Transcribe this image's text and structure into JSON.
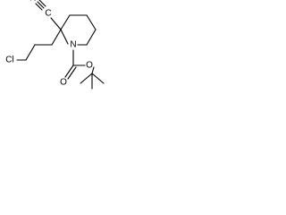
{
  "colors": {
    "background": "#ffffff",
    "bond": "#000000",
    "text": "#000000"
  },
  "atom_labels": {
    "nitrile_carbon": "C",
    "nitrile_nitrogen": "N",
    "chlorine": "Cl",
    "ring_nitrogen": "N",
    "carbonyl_oxygen": "O",
    "ester_oxygen": "O"
  }
}
